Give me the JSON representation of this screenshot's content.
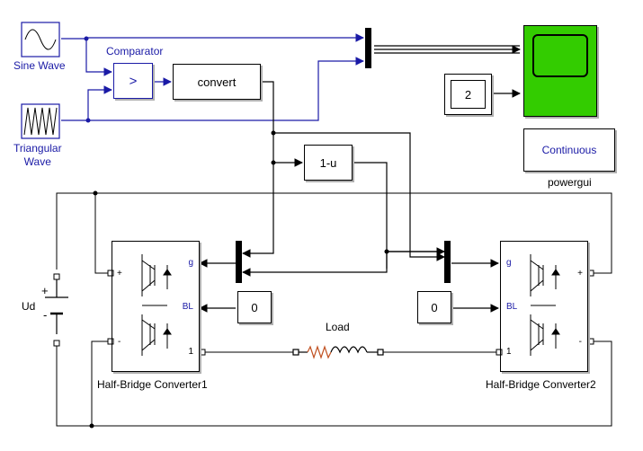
{
  "blocks": {
    "sine_wave": "Sine Wave",
    "triangular_wave": "Triangular\nWave",
    "comparator_title": "Comparator",
    "comparator_symbol": ">",
    "convert": "convert",
    "one_minus_u": "1-u",
    "constant_2": "2",
    "powergui_value": "Continuous",
    "powergui_label": "powergui",
    "const_left": "0",
    "const_right": "0",
    "dc_source_label": "Ud",
    "dc_plus": "+",
    "dc_minus": "-",
    "load_label": "Load",
    "converter1_label": "Half-Bridge Converter1",
    "converter2_label": "Half-Bridge Converter2"
  },
  "ports": {
    "g": "g",
    "bl": "BL",
    "one": "1",
    "plus": "+",
    "minus": "-"
  },
  "colors": {
    "signal_line": "#1a1aa6",
    "power_line": "#000000",
    "scope_bg": "#33cc00",
    "mux_bar": "#000000"
  }
}
